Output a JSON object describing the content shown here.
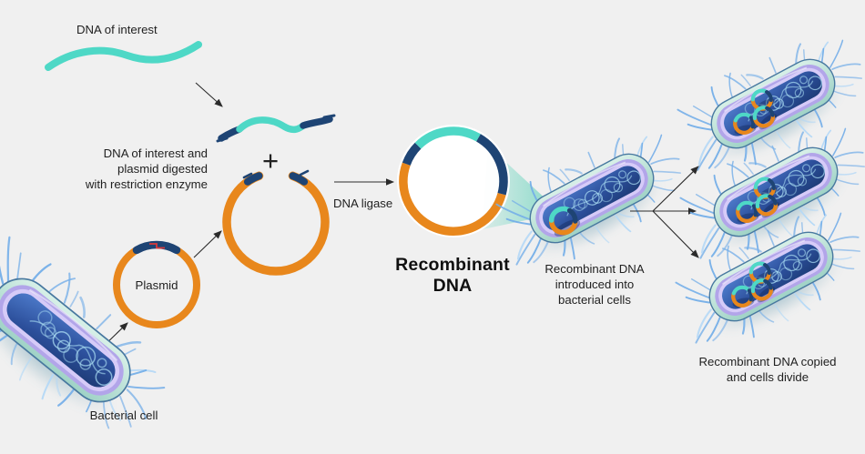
{
  "figure": {
    "type": "process-diagram",
    "topic": "Recombinant DNA technology"
  },
  "labels": {
    "dna_of_interest": "DNA of interest",
    "digestion_caption": "DNA of interest and\nplasmid digested\nwith restriction enzyme",
    "plus_sign": "+",
    "dna_ligase": "DNA ligase",
    "recombinant_dna_title": "Recombinant\nDNA",
    "introduced_caption": "Recombinant DNA\nintroduced into\nbacterial cells",
    "copied_caption": "Recombinant DNA copied\nand cells divide",
    "plasmid": "Plasmid",
    "bacterial_cell": "Bacterial cell"
  },
  "colors": {
    "background": "#f0f0f0",
    "teal": "#4ed8c6",
    "navy": "#1e4474",
    "orange": "#e8871c",
    "red": "#d93a3a",
    "cone": "#7fd9c6",
    "text": "#1f1f1f",
    "arrow": "#2b2b2b",
    "pili": "#74aee8",
    "pili_light": "#b4d8f6",
    "capsule_outer": "#bfe4da",
    "capsule_edge": "#48789f",
    "membrane_purple": "#b2a5e9",
    "membrane_purple_light": "#d6cbf8",
    "body_dark": "#1c3a74",
    "body_light": "#4e7ccc",
    "dna_tangle": "#a9dcf2"
  }
}
